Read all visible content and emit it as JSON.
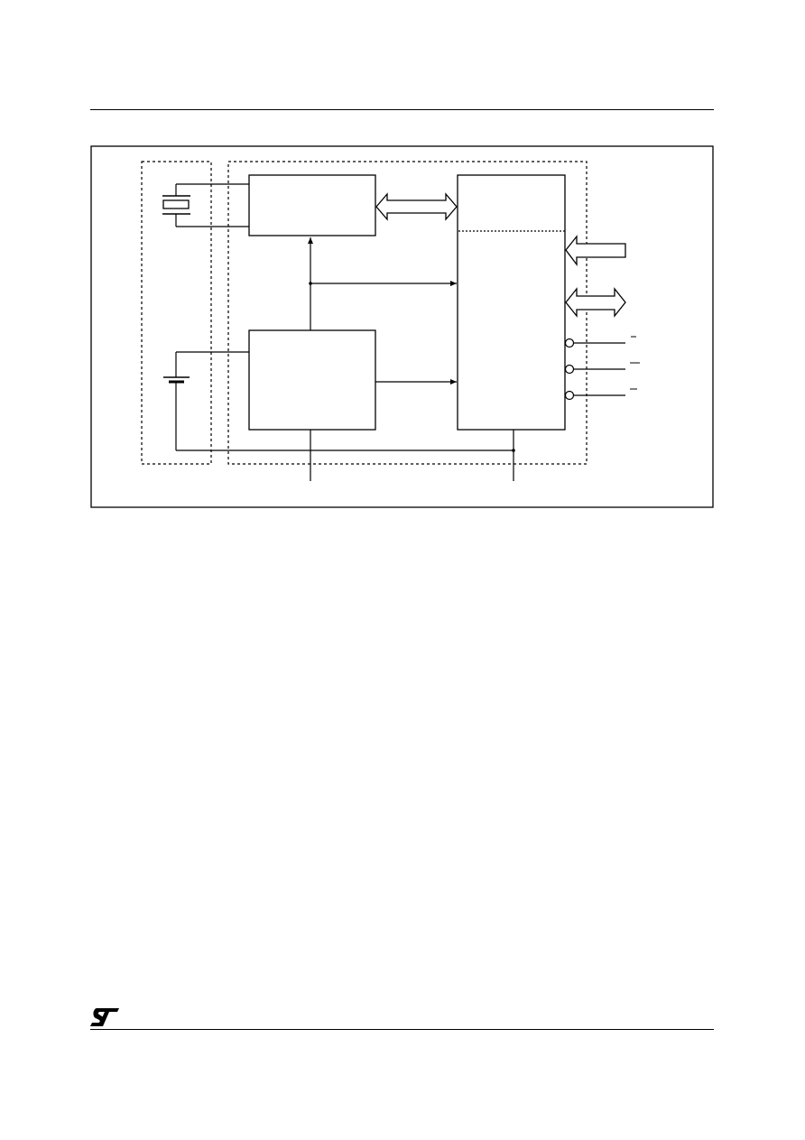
{
  "page": {
    "background": "#ffffff",
    "ink": "#000000"
  },
  "header": {
    "rule": true
  },
  "figure": {
    "frame": "solid",
    "groups": [
      {
        "id": "external-components",
        "style": "dashed"
      },
      {
        "id": "module",
        "style": "dashed"
      }
    ],
    "blocks": [
      {
        "id": "oscillator-block"
      },
      {
        "id": "power-block"
      },
      {
        "id": "memory-block",
        "divider": "dotted"
      }
    ],
    "components": [
      {
        "id": "crystal",
        "icon": "crystal-icon"
      },
      {
        "id": "battery",
        "icon": "battery-icon"
      }
    ],
    "signals": {
      "input_bus": "hollow-arrow-in",
      "data_bus": "hollow-arrow-bidirectional",
      "control_pins": 3,
      "control_pin_marker": "circle-active-low"
    },
    "labels": []
  },
  "footer": {
    "logo_icon": "st-logo-icon",
    "rule": true
  }
}
